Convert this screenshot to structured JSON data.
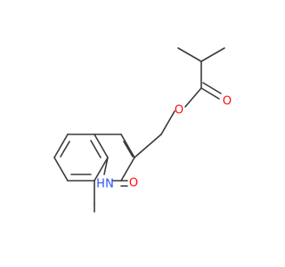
{
  "molecule": {
    "atoms": {
      "oxygen_ester": {
        "label": "O",
        "color": "#ff0d0d"
      },
      "oxygen_carbonyl_ester": {
        "label": "O",
        "color": "#ff0d0d"
      },
      "oxygen_lactam": {
        "label": "O",
        "color": "#ff0d0d"
      },
      "nitrogen_lactam": {
        "label": "H",
        "label2": "N",
        "color": "#3050f8"
      }
    },
    "bond_color": "#3a3a3a"
  }
}
